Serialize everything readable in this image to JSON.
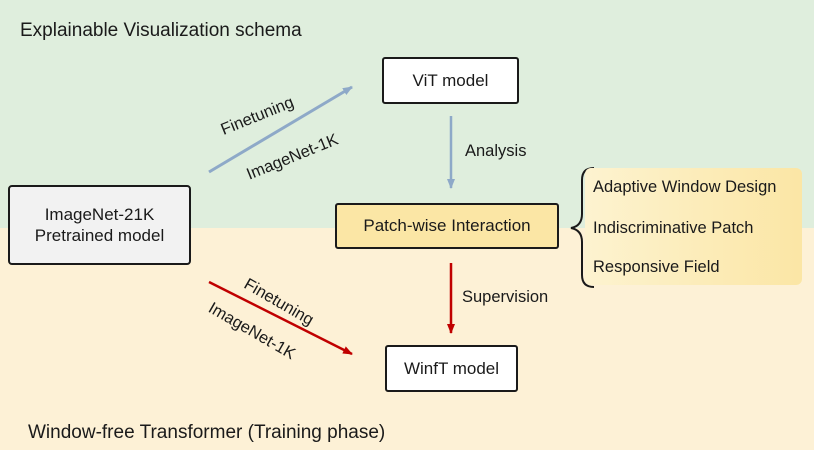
{
  "regions": {
    "top_title": "Explainable Visualization schema",
    "bottom_title": "Window-free Transformer (Training phase)"
  },
  "nodes": {
    "vit": "ViT model",
    "pretrained_line1": "ImageNet-21K",
    "pretrained_line2": "Pretrained model",
    "patch": "Patch-wise Interaction",
    "winft": "WinfT model"
  },
  "edges": {
    "top_finetuning": "Finetuning",
    "top_dataset": "ImageNet-1K",
    "bottom_finetuning": "Finetuning",
    "bottom_dataset": "ImageNet-1K",
    "analysis": "Analysis",
    "supervision": "Supervision"
  },
  "list": {
    "items": [
      "Adaptive Window Design",
      "Indiscriminative Patch",
      "Responsive Field"
    ]
  },
  "colors": {
    "top_background": "#dfeedd",
    "bottom_background": "#fdf1d6",
    "blue_arrow": "#8ea9c8",
    "red_arrow": "#c00000",
    "highlight": "#fbe6a5"
  }
}
